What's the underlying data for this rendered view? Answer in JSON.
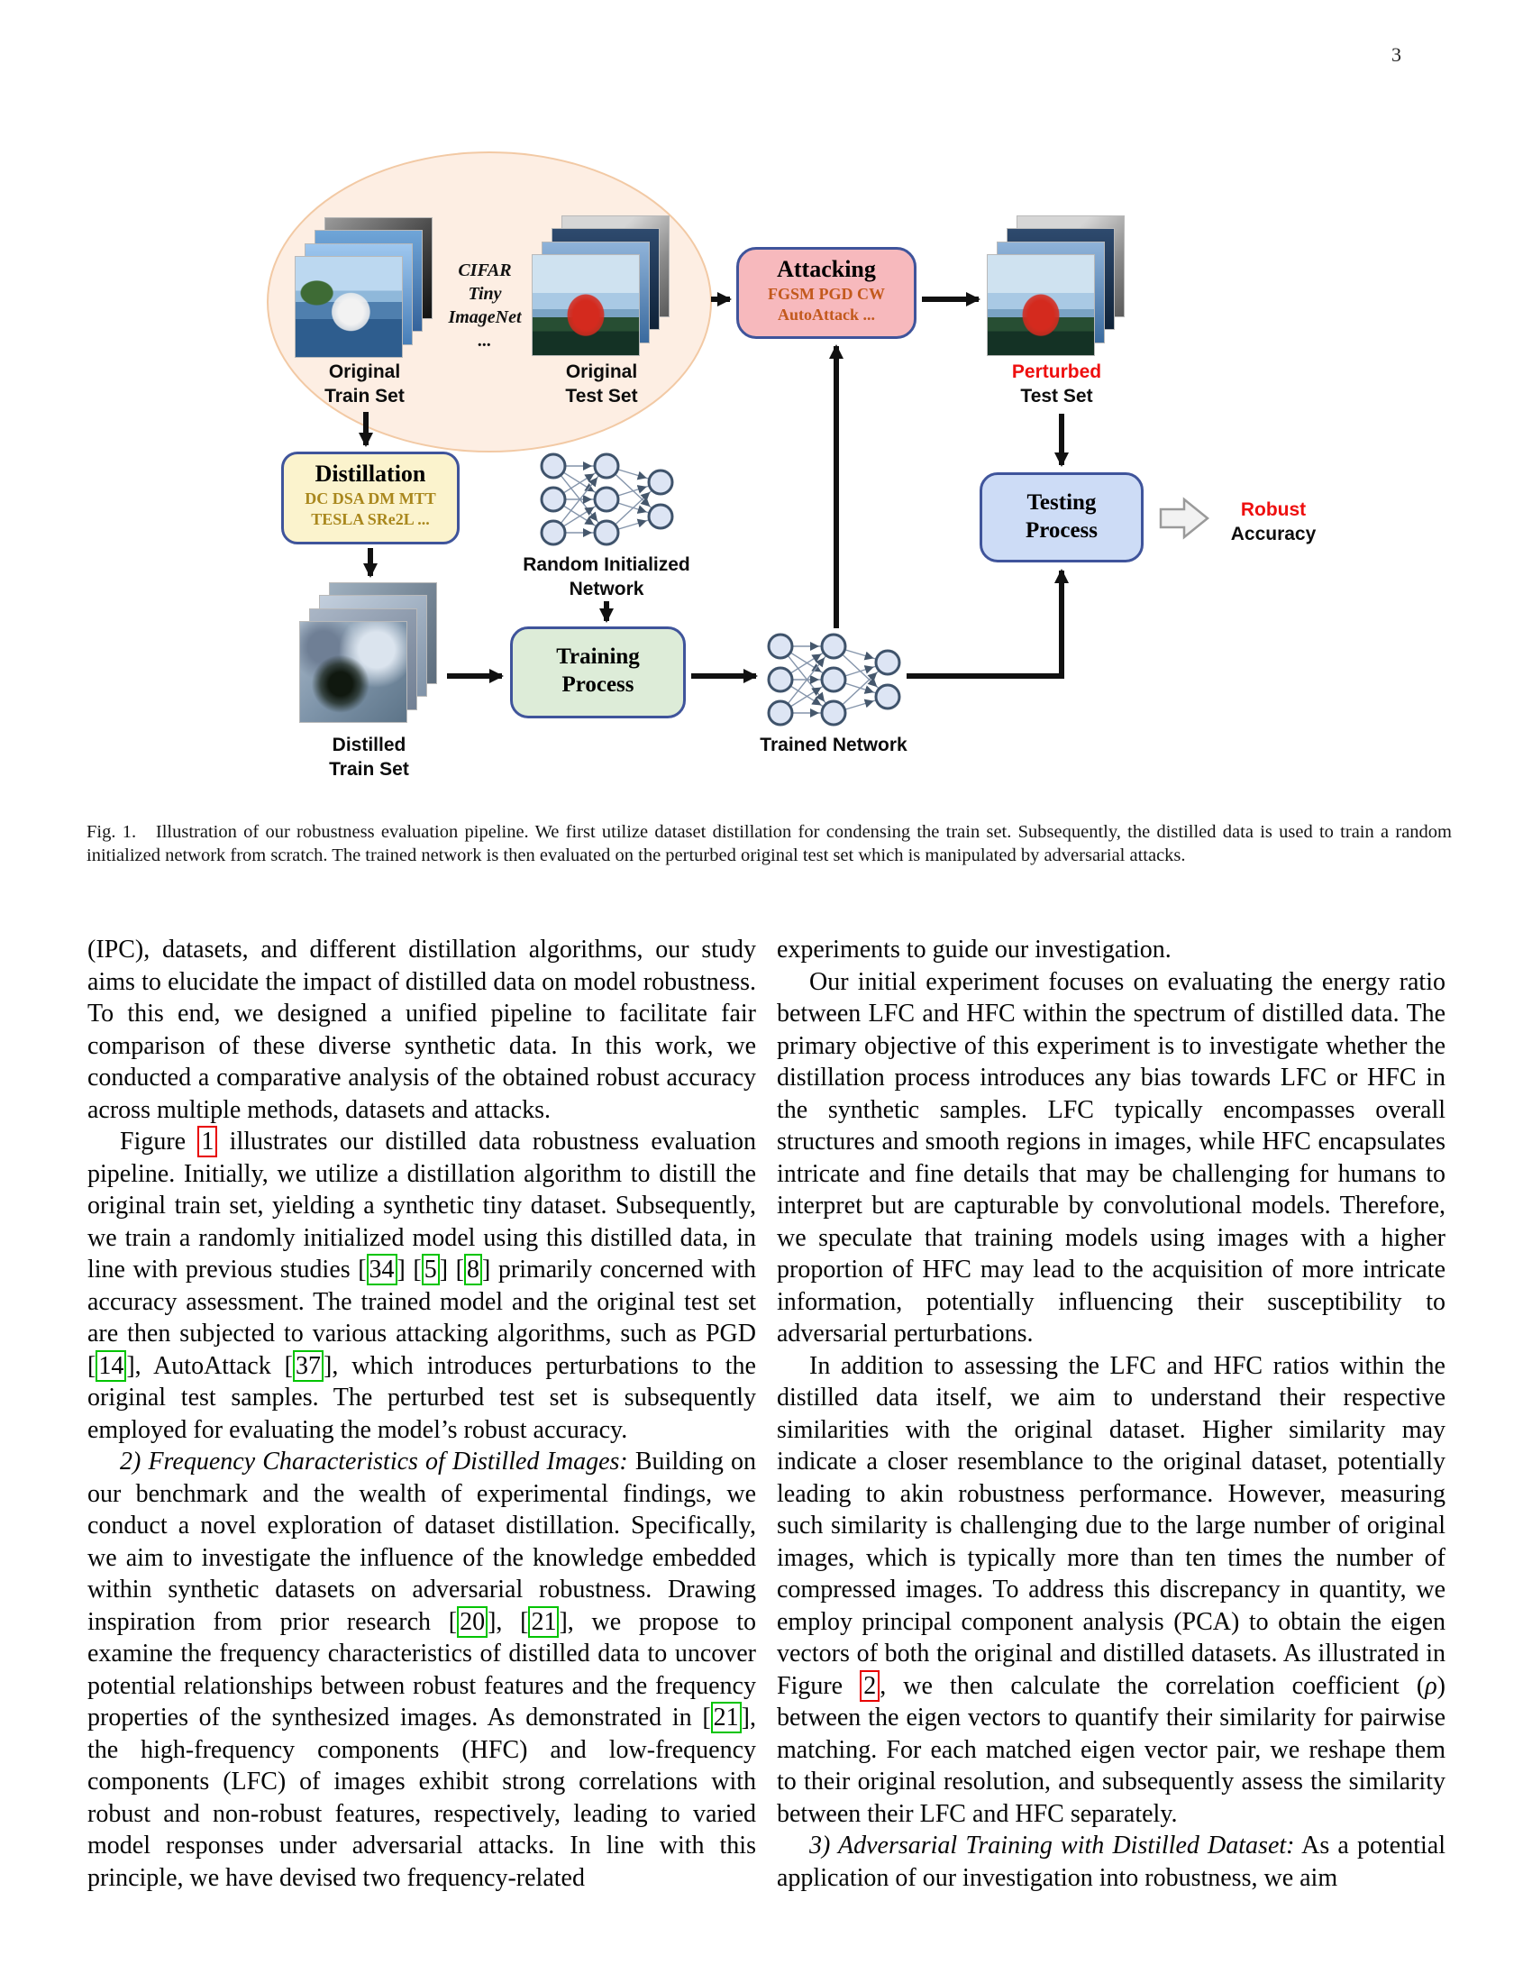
{
  "page": {
    "number": "3"
  },
  "colors": {
    "citation_box": "#00c400",
    "figure_ref_box": "#e80000",
    "attacking_fill": "#f7b9bd",
    "attacking_methods_text": "#c2591c",
    "distillation_fill": "#fbf3cd",
    "distillation_methods_text": "#a9871d",
    "training_fill": "#ddecd8",
    "testing_fill": "#cddcf6",
    "ellipse_fill": "#fdeee3",
    "perturbed_label": "#ee0f0f",
    "robust_label": "#ee0f0f"
  },
  "figure": {
    "dataset_note": {
      "lines": [
        "CIFAR",
        "Tiny",
        "ImageNet",
        "..."
      ]
    },
    "stacks": {
      "train": {
        "lines": [
          "Original",
          "Train Set"
        ]
      },
      "test": {
        "lines": [
          "Original",
          "Test Set"
        ]
      },
      "perturbed": {
        "lines": [
          "Perturbed",
          "Test Set"
        ]
      },
      "distilled": {
        "lines": [
          "Distilled",
          "Train Set"
        ]
      }
    },
    "attacking": {
      "title": "Attacking",
      "methods": [
        "FGSM PGD CW",
        "AutoAttack ..."
      ]
    },
    "distillation": {
      "title": "Distillation",
      "methods": [
        "DC DSA DM MTT",
        "TESLA SRe2L ..."
      ]
    },
    "training": {
      "lines": [
        "Training",
        "Process"
      ]
    },
    "testing": {
      "lines": [
        "Testing",
        "Process"
      ]
    },
    "random_network": {
      "lines": [
        "Random Initialized",
        "Network"
      ]
    },
    "trained_network": {
      "label": "Trained Network"
    },
    "result": {
      "lines": [
        "Robust",
        "Accuracy"
      ]
    }
  },
  "caption": {
    "text": "Fig. 1.   Illustration of our robustness evaluation pipeline. We first utilize dataset distillation for condensing the train set. Subsequently, the distilled data is used to train a random initialized network from scratch. The trained network is then evaluated on the perturbed original test set which is manipulated by adversarial attacks."
  },
  "columns": {
    "left": [
      {
        "indent": false,
        "segments": [
          {
            "t": "(IPC), datasets, and different distillation algorithms, our study aims to elucidate the impact of distilled data on model robustness. To this end, we designed a unified pipeline to facilitate fair comparison of these diverse synthetic data. In this work, we conducted a comparative analysis of the obtained robust accuracy across multiple methods, datasets and attacks."
          }
        ]
      },
      {
        "indent": true,
        "segments": [
          {
            "t": "Figure "
          },
          {
            "t": "1",
            "box": "red"
          },
          {
            "t": " illustrates our distilled data robustness evaluation pipeline. Initially, we utilize a distillation algorithm to distill the original train set, yielding a synthetic tiny dataset. Subsequently, we train a randomly initialized model using this distilled data, in line with previous studies ["
          },
          {
            "t": "34",
            "box": "green"
          },
          {
            "t": "] ["
          },
          {
            "t": "5",
            "box": "green"
          },
          {
            "t": "] ["
          },
          {
            "t": "8",
            "box": "green"
          },
          {
            "t": "] primarily concerned with accuracy assessment. The trained model and the original test set are then subjected to various attacking algorithms, such as PGD ["
          },
          {
            "t": "14",
            "box": "green"
          },
          {
            "t": "], AutoAttack ["
          },
          {
            "t": "37",
            "box": "green"
          },
          {
            "t": "], which introduces perturbations to the original test samples. The perturbed test set is subsequently employed for evaluating the model’s robust accuracy."
          }
        ]
      },
      {
        "indent": true,
        "segments": [
          {
            "t": "2) Frequency Characteristics of Distilled Images:",
            "style": "italic"
          },
          {
            "t": " Building on our benchmark and the wealth of experimental findings, we conduct a novel exploration of dataset distillation. Specifically, we aim to investigate the influence of the knowledge embedded within synthetic datasets on adversarial robustness. Drawing inspiration from prior research ["
          },
          {
            "t": "20",
            "box": "green"
          },
          {
            "t": "], ["
          },
          {
            "t": "21",
            "box": "green"
          },
          {
            "t": "], we propose to examine the frequency characteristics of distilled data to uncover potential relationships between robust features and the frequency properties of the synthesized images. As demonstrated in ["
          },
          {
            "t": "21",
            "box": "green"
          },
          {
            "t": "], the high-frequency components (HFC) and low-frequency components (LFC) of images exhibit strong correlations with robust and non-robust features, respectively, leading to varied model responses under adversarial attacks. In line with this principle, we have devised two frequency-related"
          }
        ]
      }
    ],
    "right": [
      {
        "indent": false,
        "segments": [
          {
            "t": "experiments to guide our investigation."
          }
        ]
      },
      {
        "indent": true,
        "segments": [
          {
            "t": "Our initial experiment focuses on evaluating the energy ratio between LFC and HFC within the spectrum of distilled data. The primary objective of this experiment is to investigate whether the distillation process introduces any bias towards LFC or HFC in the synthetic samples. LFC typically encompasses overall structures and smooth regions in images, while HFC encapsulates intricate and fine details that may be challenging for humans to interpret but are capturable by convolutional models. Therefore, we speculate that training models using images with a higher proportion of HFC may lead to the acquisition of more intricate information, potentially influencing their susceptibility to adversarial perturbations."
          }
        ]
      },
      {
        "indent": true,
        "segments": [
          {
            "t": "In addition to assessing the LFC and HFC ratios within the distilled data itself, we aim to understand their respective similarities with the original dataset. Higher similarity may indicate a closer resemblance to the original dataset, potentially leading to akin robustness performance. However, measuring such similarity is challenging due to the large number of original images, which is typically more than ten times the number of compressed images. To address this discrepancy in quantity, we employ principal component analysis (PCA) to obtain the eigen vectors of both the original and distilled datasets. As illustrated in Figure "
          },
          {
            "t": "2",
            "box": "red"
          },
          {
            "t": ", we then calculate the correlation coefficient ("
          },
          {
            "t": "ρ",
            "style": "italic"
          },
          {
            "t": ") between the eigen vectors to quantify their similarity for pairwise matching. For each matched eigen vector pair, we reshape them to their original resolution, and subsequently assess the similarity between their LFC and HFC separately."
          }
        ]
      },
      {
        "indent": true,
        "segments": [
          {
            "t": "3) Adversarial Training with Distilled Dataset:",
            "style": "italic"
          },
          {
            "t": " As a potential application of our investigation into robustness, we aim"
          }
        ]
      }
    ]
  }
}
